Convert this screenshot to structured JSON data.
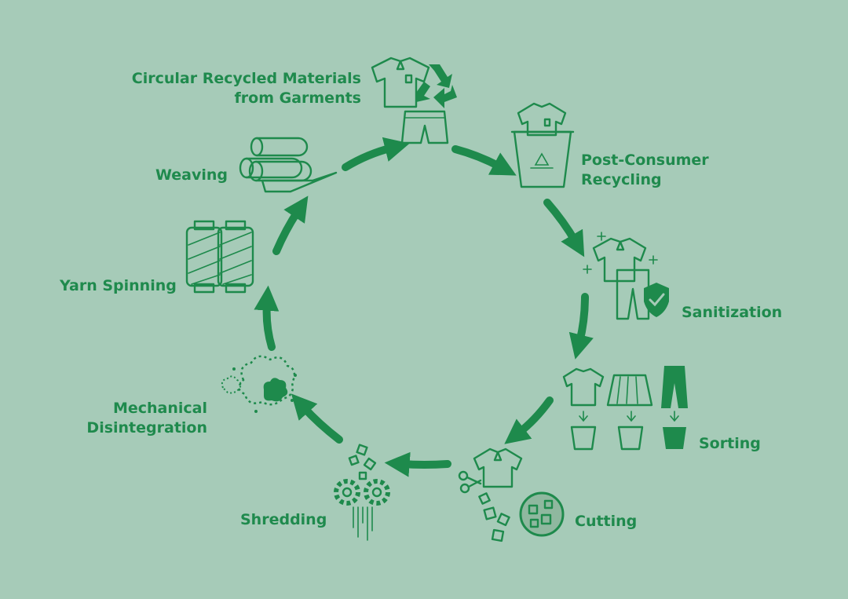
{
  "labels": {
    "circular": [
      "Circular Recycled Materials",
      "from Garments"
    ],
    "post_consumer": [
      "Post-Consumer",
      "Recycling"
    ],
    "sanitization": "Sanitization",
    "sorting": "Sorting",
    "cutting": "Cutting",
    "shredding": "Shredding",
    "mechanical": [
      "Mechanical",
      "Disintegration"
    ],
    "yarn": "Yarn Spinning",
    "weaving": "Weaving"
  },
  "colors": {
    "background": "#a6cbb8",
    "accent": "#1e8a4c",
    "label": "#1f8a4d"
  },
  "icons": [
    "shirt-shorts-recycle-icon",
    "recycle-bin-icon",
    "sanitize-shield-icon",
    "sorting-bins-icon",
    "scissors-cutting-icon",
    "shredder-gears-icon",
    "fiber-cloud-icon",
    "yarn-spools-icon",
    "fabric-rolls-icon"
  ]
}
